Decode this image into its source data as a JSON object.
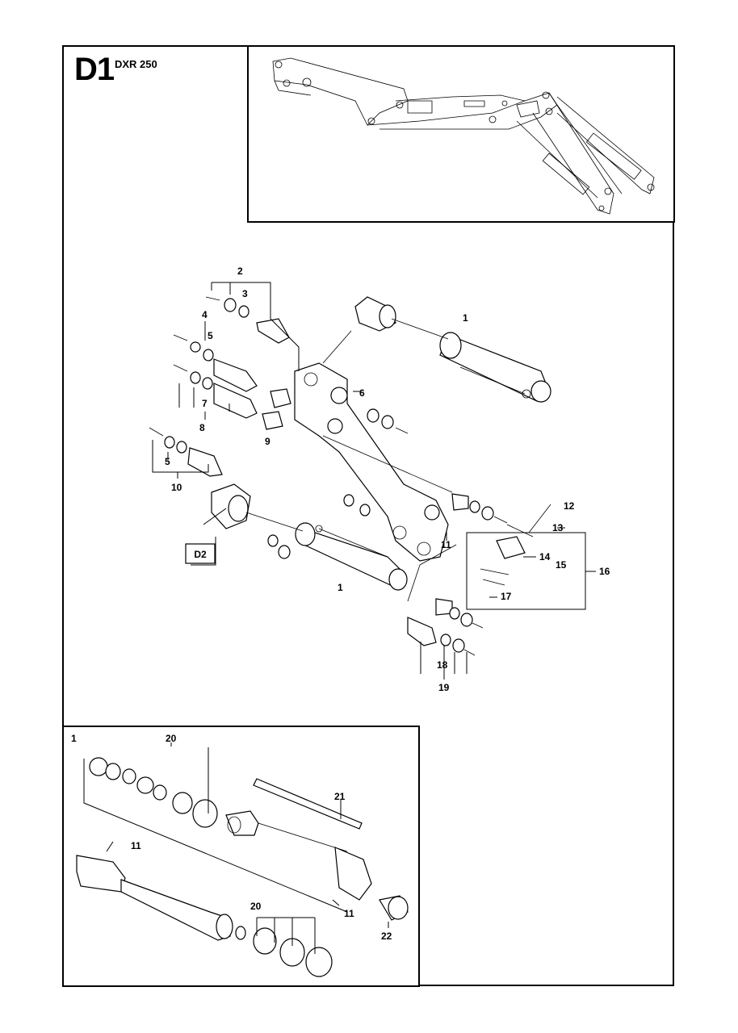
{
  "header": {
    "code": "D1",
    "model": "DXR 250"
  },
  "reference_box": {
    "label": "D2"
  },
  "callouts": {
    "c1_top": "1",
    "c2": "2",
    "c3": "3",
    "c4": "4",
    "c5a": "5",
    "c6": "6",
    "c7": "7",
    "c8": "8",
    "c9": "9",
    "c5b": "5",
    "c10": "10",
    "c1_mid": "1",
    "c11": "11",
    "c12": "12",
    "c13": "13",
    "c14": "14",
    "c15": "15",
    "c16": "16",
    "c17": "17",
    "c18": "18",
    "c19": "19"
  },
  "detail": {
    "c1": "1",
    "c20_top": "20",
    "c21": "21",
    "c11_top": "11",
    "c11_bot": "11",
    "c20_bot": "20",
    "c22": "22"
  }
}
